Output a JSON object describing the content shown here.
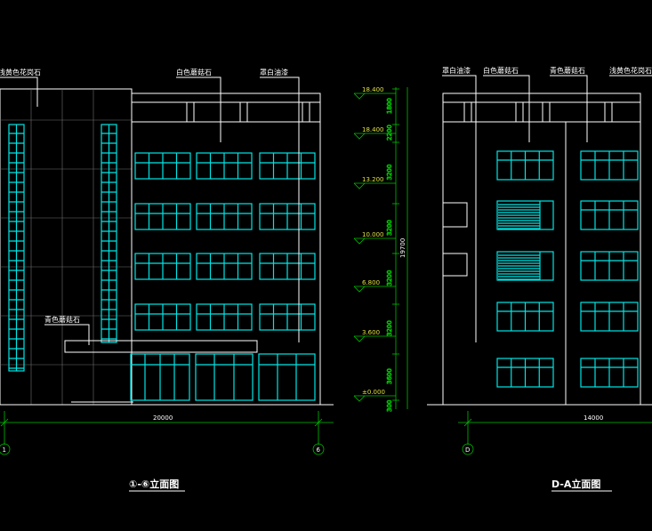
{
  "left_view": {
    "labels": {
      "stone_a": "浅黄色花岗石",
      "stone_b": "白色蘑菇石",
      "paint": "罩白油漆",
      "stone_c": "青色蘑菇石"
    },
    "elevations": [
      "18.400",
      "18.400",
      "13.200",
      "10.000",
      "6.800",
      "3.600",
      "±0.000"
    ],
    "dims": [
      "1800",
      "2200",
      "3200",
      "3200",
      "3200",
      "3200",
      "3600",
      "300"
    ],
    "total_height": "19700",
    "width_dim": "20000",
    "axis_left": "1",
    "axis_right": "6",
    "title": "①-⑥立面图"
  },
  "right_view": {
    "labels": {
      "paint": "罩白油漆",
      "stone_b": "白色蘑菇石",
      "stone_c": "青色蘑菇石",
      "stone_a": "浅黄色花岗石"
    },
    "width_dim": "14000",
    "axis_left": "D",
    "title": "D-A立面图"
  }
}
